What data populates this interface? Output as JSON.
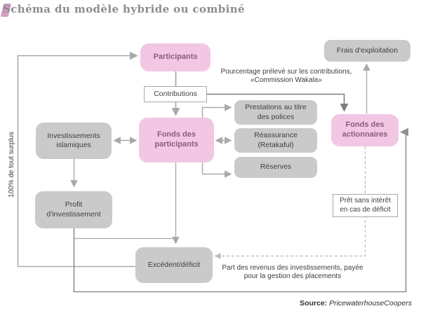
{
  "title": "Schéma du modèle hybride ou combiné",
  "nodes": {
    "participants": "Participants",
    "frais_exploitation": "Frais d'exploitation",
    "contributions": "Contributions",
    "investissements": "Investissements islamiques",
    "fonds_participants": "Fonds des participants",
    "prestations": "Prestations au titre des polices",
    "reassurance": "Réassurance (Retakaful)",
    "reserves": "Réserves",
    "fonds_actionnaires": "Fonds des actionnaires",
    "profit_investissement": "Profit d'investissement",
    "pret_sans_interet": "Prêt sans intérêt en cas de déficit",
    "excedent_deficit": "Excédent/déficit"
  },
  "annotations": {
    "commission_wakala": "Pourcentage prélevé sur les contributions, «Commission Wakala»",
    "gestion_placements": "Part des revenus des investissements, payée pour la gestion des placements",
    "surplus": "100% de tout surplus"
  },
  "source": {
    "label": "Source:",
    "value": "PricewaterhouseCoopers"
  },
  "colors": {
    "pink_fill": "#f1c7e3",
    "pink_text": "#8a5c7e",
    "gray_fill": "#cacaca",
    "title_gray": "#8c8c8c",
    "accent_pink": "#d49fc4",
    "line_light": "#a9a9a9",
    "line_dark": "#7d7d7d",
    "line_medium": "#8f8f8f",
    "line_dashed": "#bcbcbc"
  }
}
